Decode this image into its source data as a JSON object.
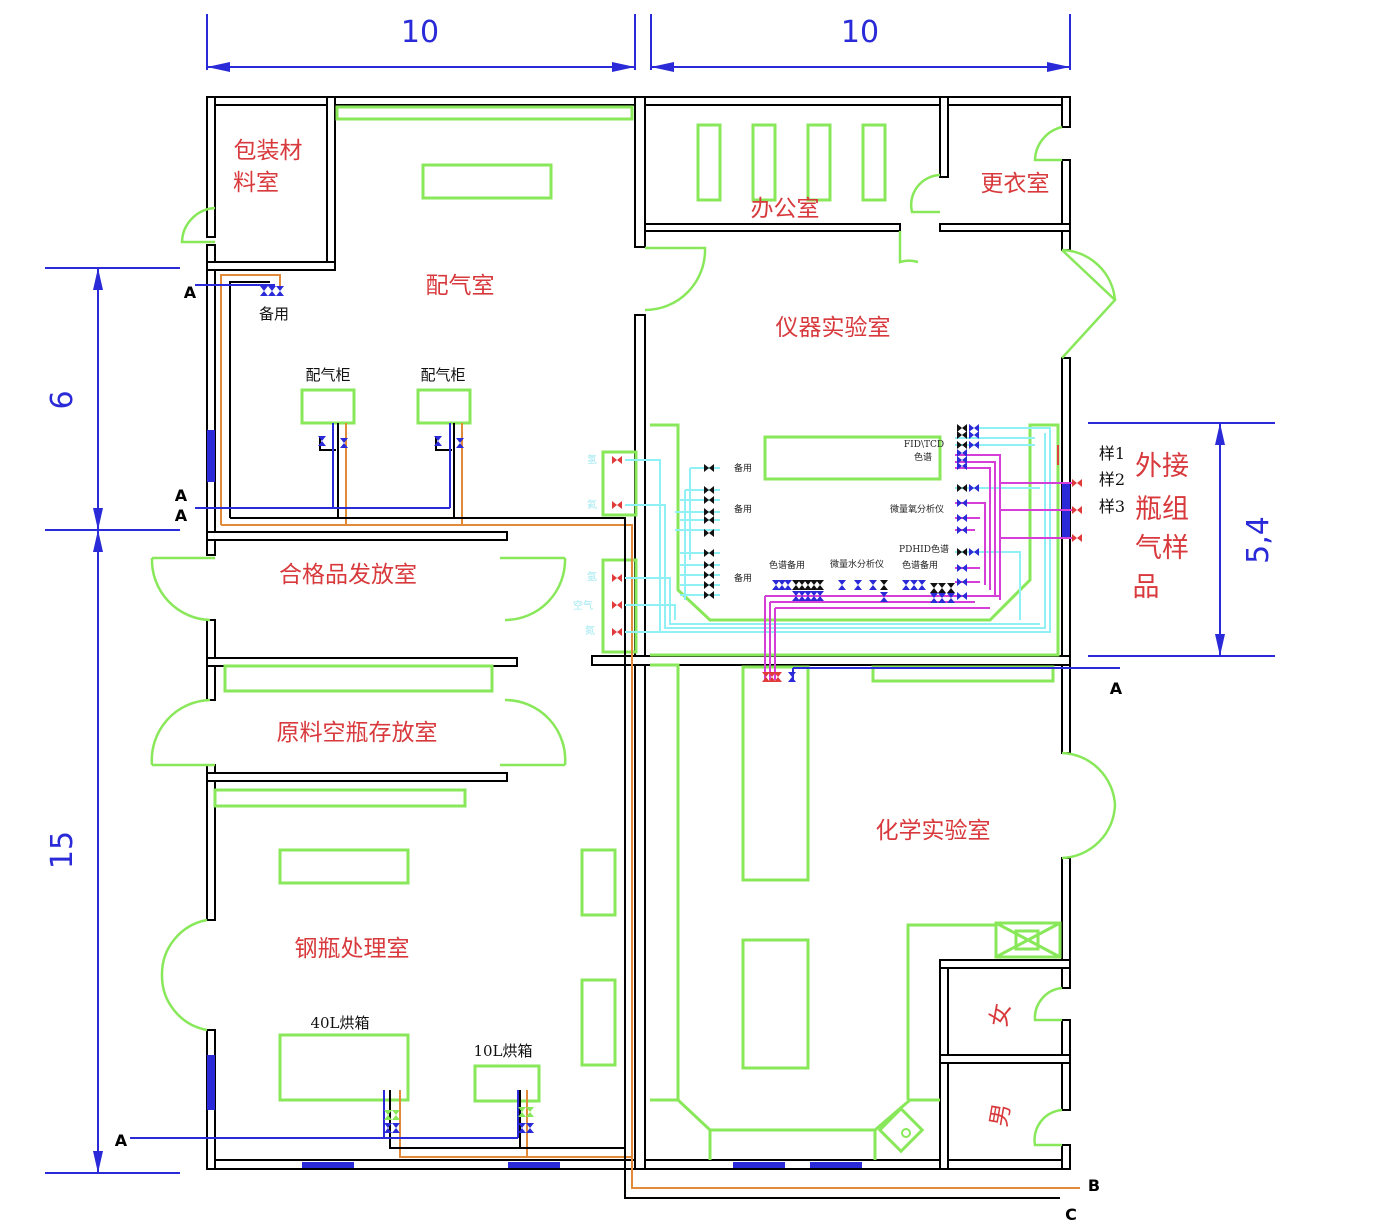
{
  "dimensions": {
    "top_left": "10",
    "top_right": "10",
    "left_upper": "6",
    "left_lower": "15",
    "right": "5,4"
  },
  "rooms": {
    "packaging_1": "包装材",
    "packaging_2": "料室",
    "gas_mixing": "配气室",
    "office": "办公室",
    "changing": "更衣室",
    "instrument_lab": "仪器实验室",
    "qualified_dispatch": "合格品发放室",
    "raw_empty_storage": "原料空瓶存放室",
    "chem_lab": "化学实验室",
    "cylinder_processing": "钢瓶处理室",
    "female": "女",
    "male": "男",
    "external_1": "外接",
    "external_2": "瓶组",
    "external_3": "气样",
    "external_4": "品"
  },
  "labels": {
    "spare": "备用",
    "cabinet_1": "配气柜",
    "cabinet_2": "配气柜",
    "oven_40": "40L烘箱",
    "oven_10": "10L烘箱",
    "spare_a": "备用",
    "spare_b": "备用",
    "spare_c": "备用",
    "fid_tcd": "FID\\TCD",
    "chrom": "色谱",
    "trace_o2": "微量氧分析仪",
    "pdhid": "PDHID色谱",
    "chrom_spare_1": "色谱备用",
    "trace_h2o": "微量水分析仪",
    "chrom_spare_2": "色谱备用",
    "sample_1": "样1",
    "sample_2": "样2",
    "sample_3": "样3"
  },
  "gases": {
    "g1": "氢",
    "g2": "氦",
    "g3": "氩",
    "g4": "空气",
    "g5": "氮"
  },
  "axis_marks": {
    "a1": "A",
    "a2": "A",
    "a3": "A",
    "a4": "A",
    "a5": "A",
    "b": "B",
    "c": "C"
  },
  "colors": {
    "room_text": "#d8393c",
    "dimension": "#2a2ad8",
    "furniture": "#88e85a",
    "pipe_orange": "#e08a3a",
    "pipe_cyan": "#8ff0f5",
    "pipe_magenta": "#d63ed8"
  }
}
